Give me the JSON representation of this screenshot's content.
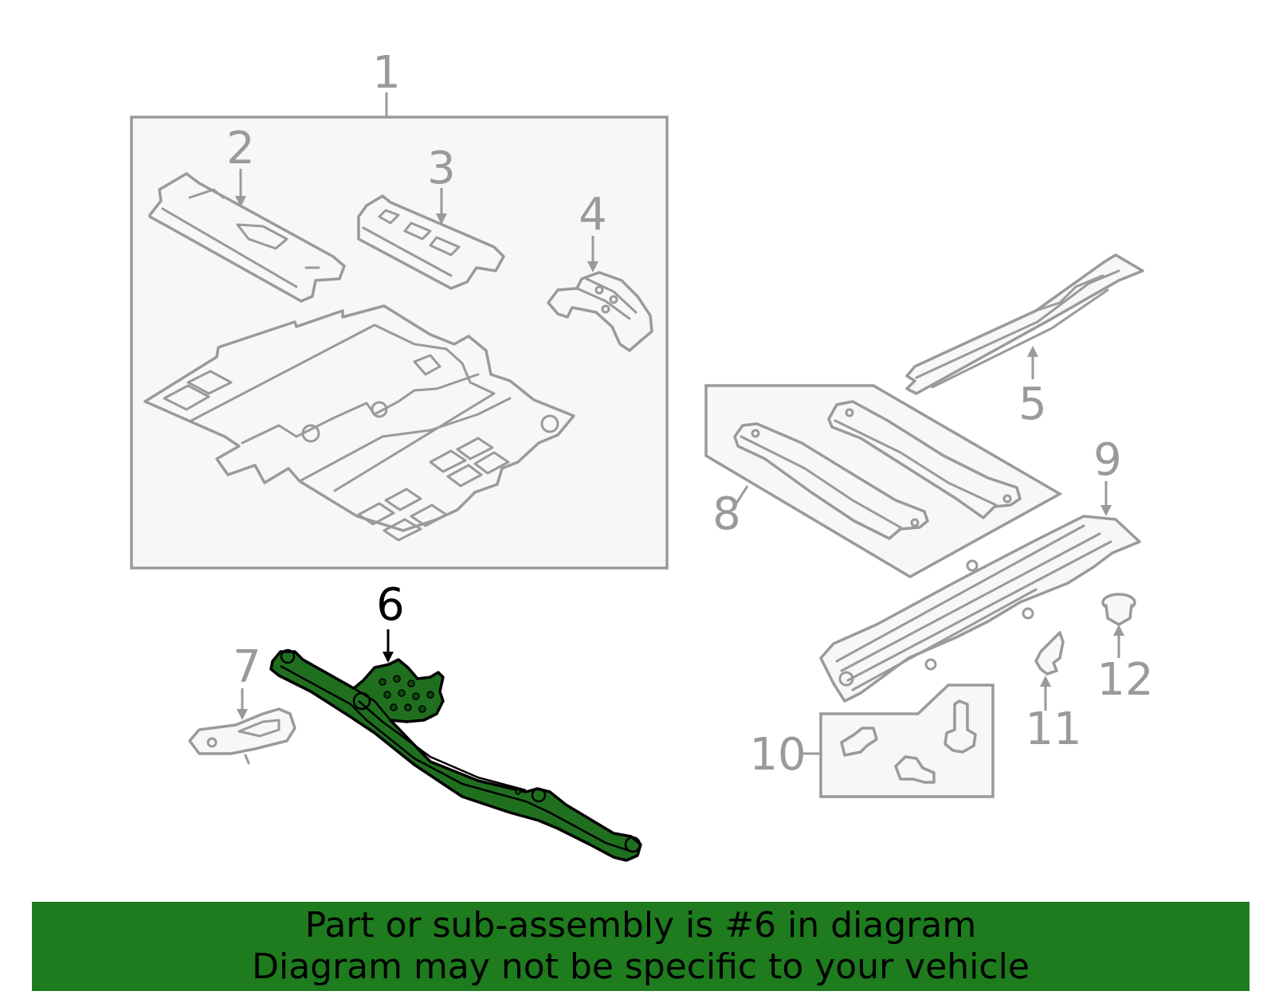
{
  "callouts": {
    "c1": "1",
    "c2": "2",
    "c3": "3",
    "c4": "4",
    "c5": "5",
    "c6": "6",
    "c7": "7",
    "c8": "8",
    "c9": "9",
    "c10": "10",
    "c11": "11",
    "c12": "12"
  },
  "highlighted_part": "6",
  "colors": {
    "highlight_fill": "#1f6f1f",
    "banner_background": "#1e7b1e",
    "line_gray": "#9a9a9a"
  },
  "banner": {
    "line1": "Part or sub-assembly is #6 in diagram",
    "line2": "Diagram may not be specific to your vehicle"
  }
}
